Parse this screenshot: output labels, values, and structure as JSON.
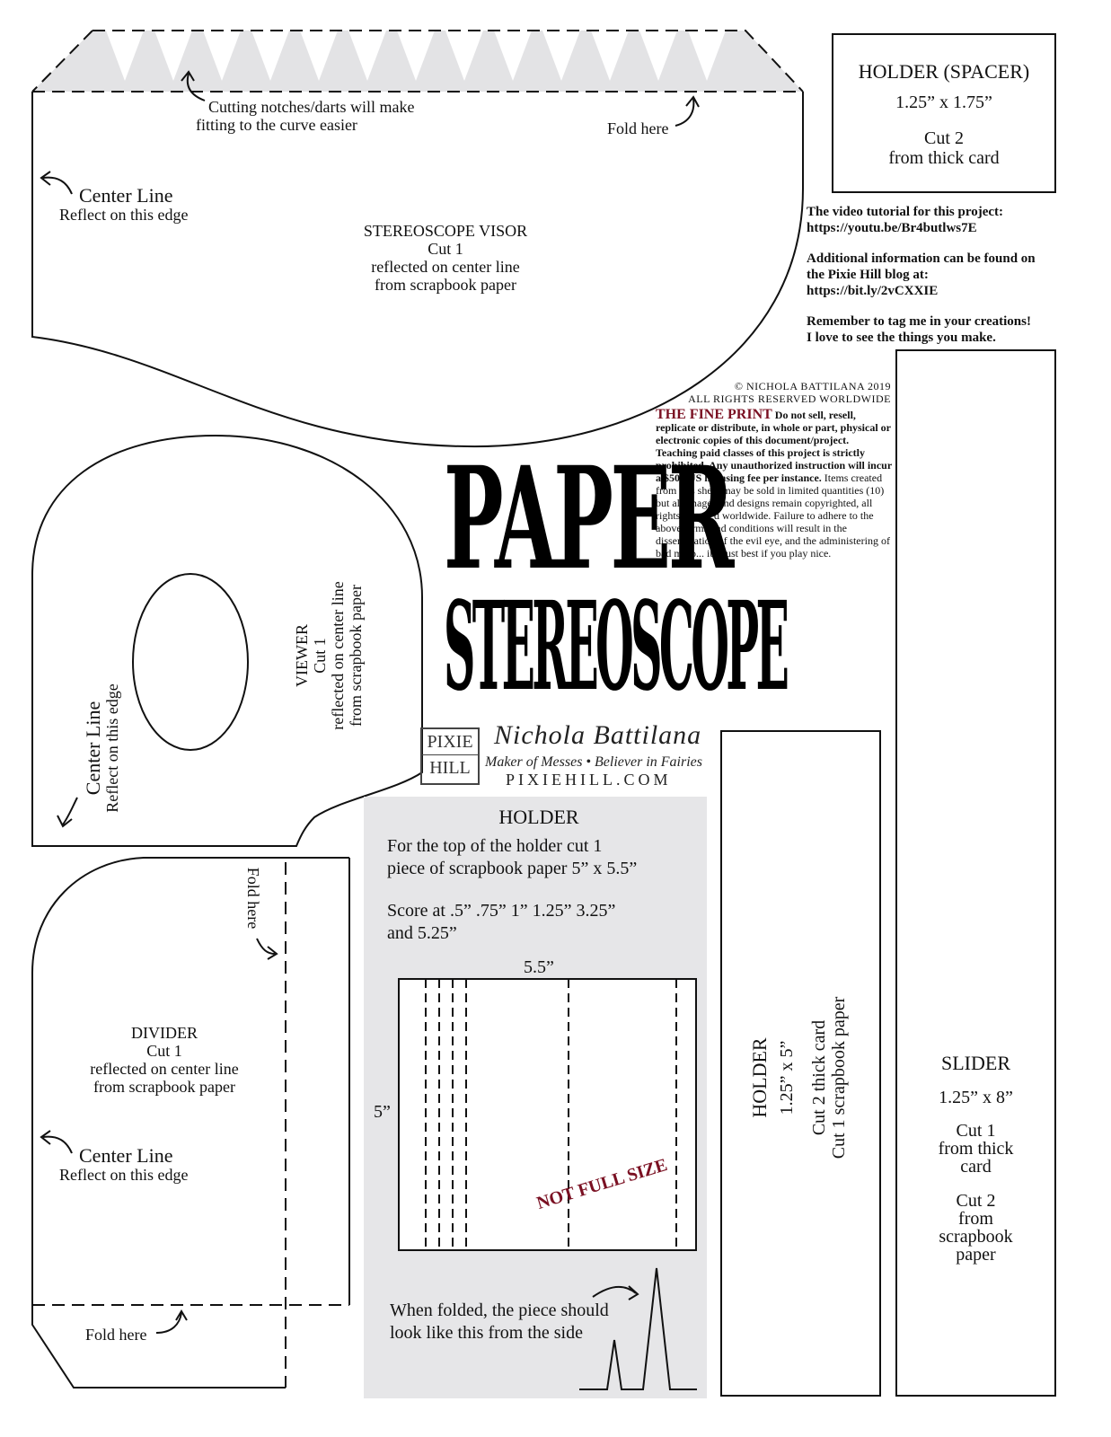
{
  "visor": {
    "notches_note_line1": "Cutting notches/darts will make",
    "notches_note_line2": "fitting to the curve easier",
    "fold_label": "Fold here",
    "center_line": "Center Line",
    "reflect": "Reflect on this edge",
    "title": "STEREOSCOPE VISOR",
    "cut": "Cut 1",
    "reflected": "reflected on center line",
    "material": "from scrapbook paper"
  },
  "spacer": {
    "title": "HOLDER (SPACER)",
    "size": "1.25” x 1.75”",
    "cut": "Cut 2",
    "material": "from thick card"
  },
  "info": {
    "video_line1": "The video tutorial for this project:",
    "video_url": "https://youtu.be/Br4butlws7E",
    "blog_line1": "Additional information can be found on",
    "blog_line2": "the Pixie Hill blog at:",
    "blog_url": "https://bit.ly/2vCXXIE",
    "tag_line1": "Remember to tag me in your creations!",
    "tag_line2": "I love to see the things you make."
  },
  "copyright": {
    "line1": "© NICHOLA BATTILANA 2019",
    "line2": "ALL RIGHTS RESERVED WORLDWIDE"
  },
  "fine_print": {
    "heading": "THE FINE PRINT",
    "bold_text": "Do not sell, resell, replicate or distribute, in whole or part, physical or electronic copies of this document/project. Teaching paid classes of this project is strictly prohibited. Any unauthorized instruction will incur a $500 US licensing fee per instance.",
    "normal_text": "Items created from this sheet may be sold in limited quantities (10) but all images and designs remain copyrighted, all rights reserved worldwide. Failure to adhere to the above terms and conditions will result in the dissemination of the evil eye, and the administering of bad mojo... it’s just best if you play nice."
  },
  "title": {
    "line1": "PAPER",
    "line2": "STEREOSCOPE"
  },
  "brand": {
    "logo_top": "PIXIE",
    "logo_bottom": "HILL",
    "signature": "Nichola Battilana",
    "tagline": "Maker of Messes • Believer in Fairies",
    "website": "PIXIEHILL.COM"
  },
  "viewer": {
    "title": "VIEWER",
    "cut": "Cut 1",
    "reflected": "reflected on center line",
    "material": "from scrapbook paper",
    "center_line": "Center Line",
    "reflect": "Reflect on this edge"
  },
  "divider": {
    "fold_label": "Fold here",
    "title": "DIVIDER",
    "cut": "Cut 1",
    "reflected": "reflected on center line",
    "material": "from scrapbook paper",
    "center_line": "Center Line",
    "reflect": "Reflect on this edge",
    "fold_bottom": "Fold here"
  },
  "holder_panel": {
    "title": "HOLDER",
    "instr_line1": "For the top of the holder cut 1",
    "instr_line2": "piece of scrapbook paper 5” x 5.5”",
    "score_line1": "Score at .5” .75” 1” 1.25” 3.25”",
    "score_line2": "and 5.25”",
    "width_label": "5.5”",
    "height_label": "5”",
    "stamp": "NOT FULL SIZE",
    "folded_line1": "When folded, the piece should",
    "folded_line2": "look like this from the side"
  },
  "holder_strip": {
    "title": "HOLDER",
    "size": "1.25” x 5”",
    "cut1": "Cut 2 thick card",
    "cut2": "Cut 1 scrapbook paper"
  },
  "slider": {
    "title": "SLIDER",
    "size": "1.25” x 8”",
    "cut1_a": "Cut 1",
    "cut1_b": "from thick",
    "cut1_c": "card",
    "cut2_a": "Cut 2",
    "cut2_b": "from",
    "cut2_c": "scrapbook",
    "cut2_d": "paper"
  }
}
